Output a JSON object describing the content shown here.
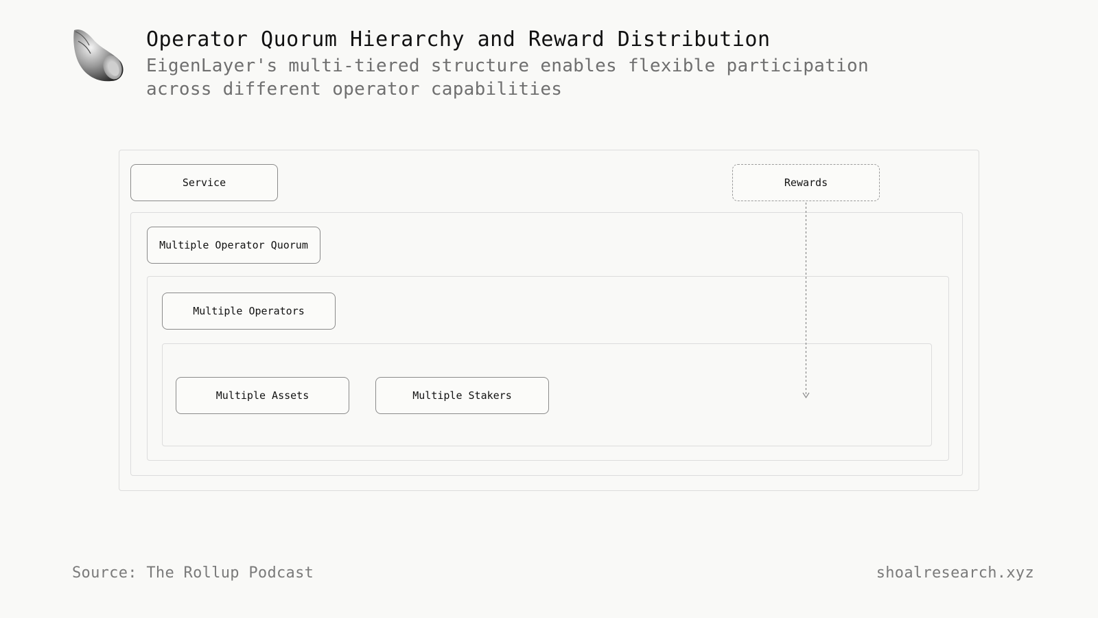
{
  "header": {
    "title": "Operator Quorum Hierarchy and Reward Distribution",
    "subtitle": "EigenLayer's multi-tiered structure enables flexible participation across different operator capabilities"
  },
  "diagram": {
    "service": "Service",
    "rewards": "Rewards",
    "operator_quorum": "Multiple Operator Quorum",
    "operators": "Multiple Operators",
    "assets": "Multiple Assets",
    "stakers": "Multiple Stakers"
  },
  "footer": {
    "source": "Source: The Rollup Podcast",
    "site": "shoalresearch.xyz"
  },
  "colors": {
    "background": "#f9f9f7",
    "node_border": "#8a8a8a",
    "frame_border": "#dcdcdc"
  },
  "icons": {
    "logo": "seashell-icon"
  }
}
